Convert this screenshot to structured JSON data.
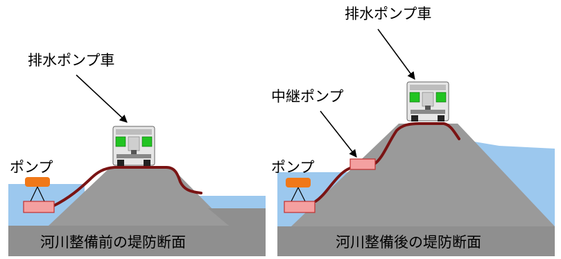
{
  "panels": [
    {
      "caption": "河川整備前の堤防断面",
      "truck_label": "排水ポンプ車",
      "pump_label": "ポンプ"
    },
    {
      "caption": "河川整備後の堤防断面",
      "truck_label": "排水ポンプ車",
      "relay_label": "中継ポンプ",
      "pump_label": "ポンプ"
    }
  ],
  "colors": {
    "water": "#9CC8EE",
    "levee": "#9A9A9A",
    "ground": "#8F8F8F",
    "hose": "#7A1414",
    "pump_box": "#F4A0A0",
    "pump_float": "#F07818",
    "truck_body": "#E8E8E8",
    "truck_green": "#22C422"
  },
  "icons": [
    "drainage-pump-truck-icon",
    "pump-icon",
    "relay-pump-icon"
  ]
}
